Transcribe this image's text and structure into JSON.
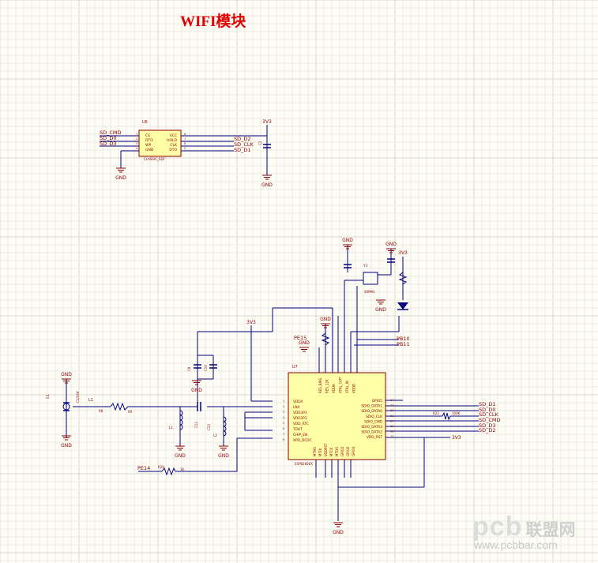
{
  "title": "WIFI模块",
  "watermark": {
    "logo": "pcb",
    "cn": "联盟网",
    "url": "www.pcbbar.com"
  },
  "colors": {
    "wire": "#000080",
    "label": "#8b0000",
    "chip_fill": "#ffffa8",
    "chip_stroke": "#8b0000",
    "title": "#e00000"
  },
  "top_chip": {
    "ref": "U6",
    "part": "CLASSIC_SDF",
    "left_pins": [
      "CS",
      "DTO",
      "WP",
      "GND"
    ],
    "right_pins": [
      "VCC",
      "HOLD",
      "CLK",
      "DTO"
    ],
    "left_pin_nums": [
      "1",
      "2",
      "3",
      "4"
    ],
    "right_pin_nums": [
      "8",
      "7",
      "6",
      "5"
    ]
  },
  "nets": {
    "sd_cmd": "SD_CMD",
    "sd_d0": "SD_D0",
    "sd_d3": "SD_D3",
    "sd_d2": "SD_D2",
    "sd_clk": "SD_CLK",
    "sd_d1": "SD_D1",
    "pwr_3v3": "3V3",
    "gnd": "GND",
    "pb10": "PB10",
    "pb11": "PB11",
    "pe15": "PE15",
    "pe14": "PE14",
    "v3": "3V3"
  },
  "main_chip": {
    "ref": "U7",
    "part": "ESP8266EX",
    "left_pins": [
      "VDDA",
      "LNA",
      "VDD3P3",
      "VDD3P3",
      "VDD_RTC",
      "TOUT",
      "CHIP_EN",
      "XPD_DCDC"
    ],
    "right_pins": [
      "GPIO5",
      "SDIO_DATA1",
      "SDIO_DATA0",
      "SDIO_CLK",
      "SDIO_CMD",
      "SDIO_DATA3",
      "SDIO_DATA2",
      "VDD_RST"
    ],
    "top_pins": [
      "RES_BIAS",
      "RES_12K",
      "VDDA",
      "XTAL_OUT",
      "XTAL_IN",
      "VDDD"
    ],
    "bottom_pins": [
      "MTMS",
      "MTDI",
      "VDDPST",
      "MTCK",
      "MTDO",
      "GPIO2",
      "GPIO0",
      "GPIO4"
    ],
    "right_pin_nums": [
      "24",
      "23",
      "22",
      "21",
      "20",
      "19",
      "18",
      "17"
    ]
  },
  "components": {
    "ant": "E1",
    "c_ant": "C1/16V",
    "r_ant": "R8",
    "r_ant_val": "0R",
    "l1": "L1",
    "c12": "C12",
    "c13": "C13",
    "l2": "L2",
    "x1": "Y1",
    "x1_val": "26MHz",
    "r_pe14": "R20",
    "r_pe14_val": "1K",
    "r_sd": "R22",
    "r_sd_val": "100K",
    "c_vcc": "C2",
    "c_pair": "C9",
    "c_pair2": "C10"
  }
}
